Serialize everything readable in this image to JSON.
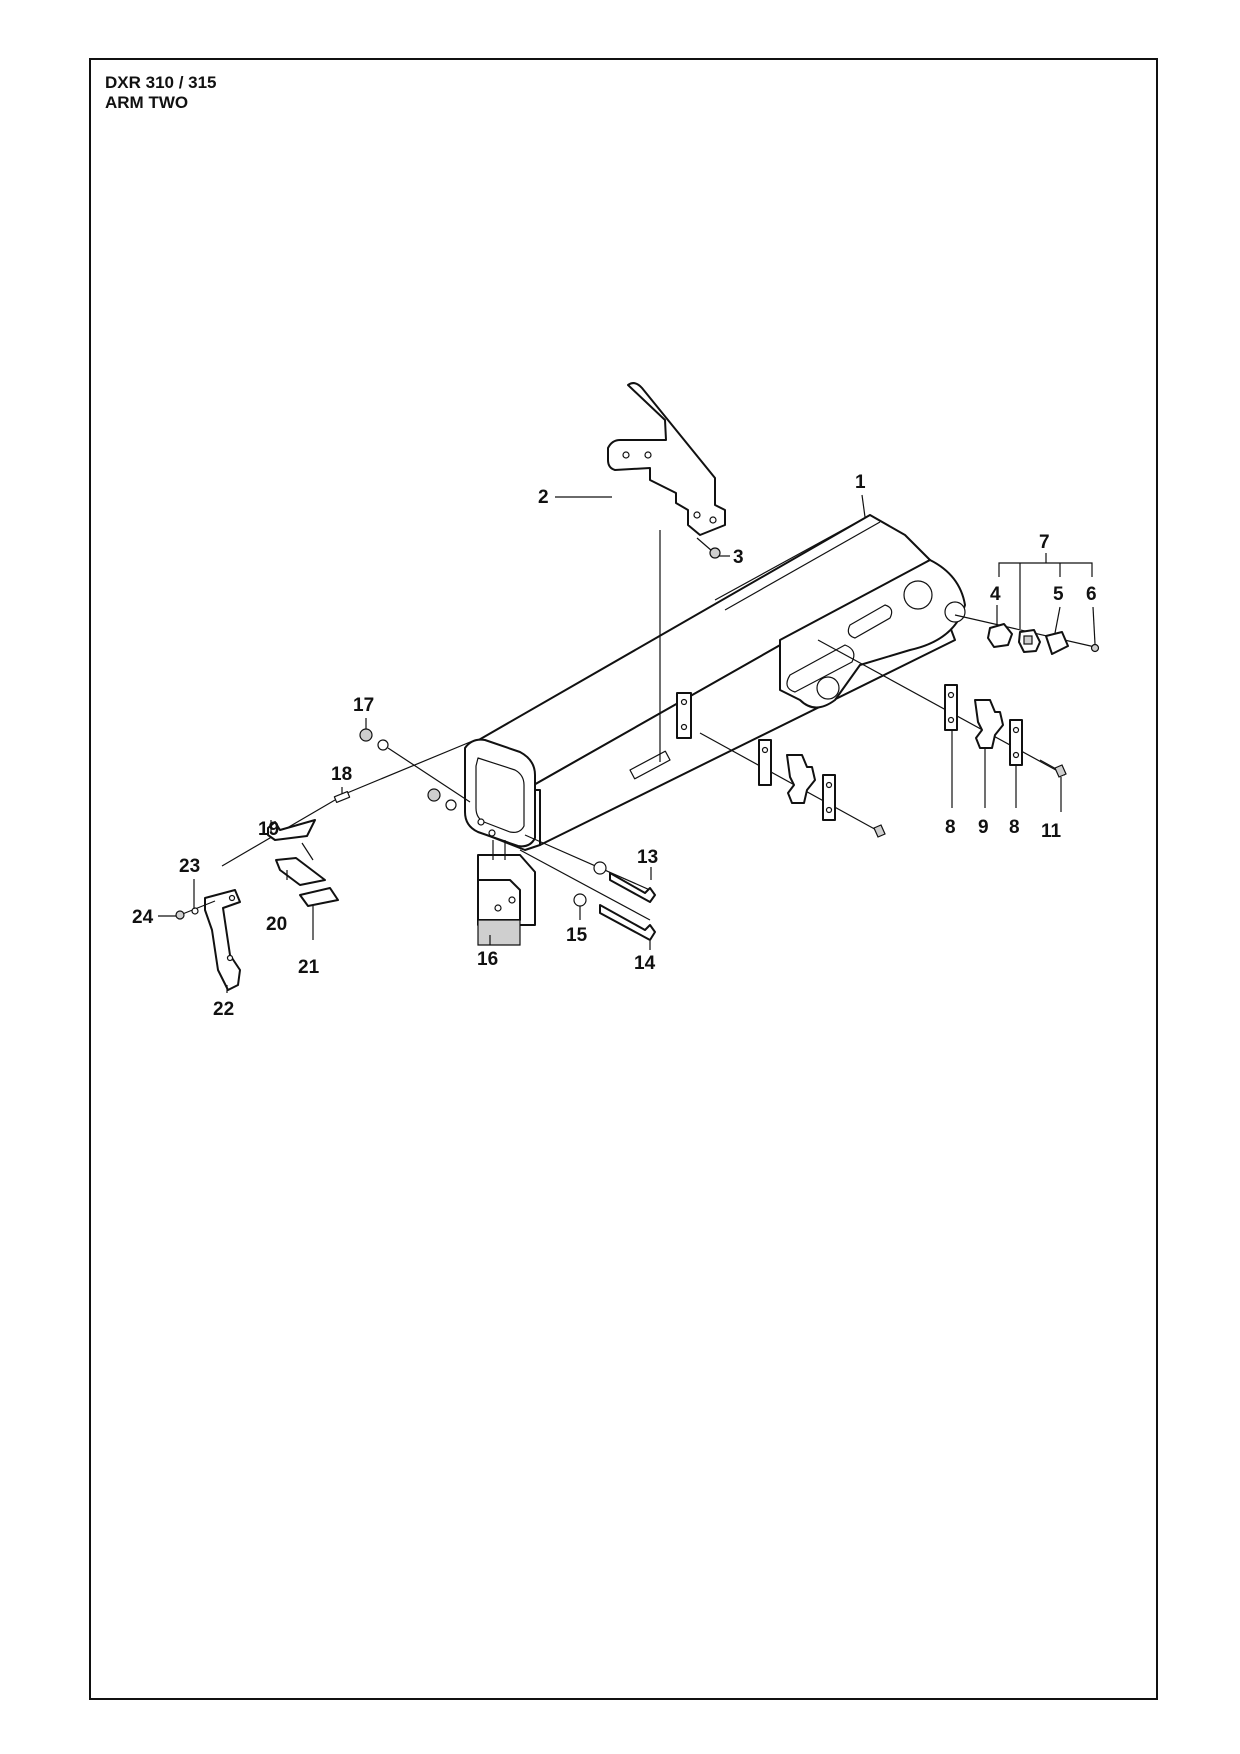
{
  "header": {
    "model": "DXR 310 / 315",
    "section": "ARM TWO"
  },
  "callouts": {
    "c1": "1",
    "c2": "2",
    "c3": "3",
    "c4": "4",
    "c5": "5",
    "c6": "6",
    "c7": "7",
    "c8a": "8",
    "c9": "9",
    "c8b": "8",
    "c11": "11",
    "c13": "13",
    "c14": "14",
    "c15": "15",
    "c16": "16",
    "c17": "17",
    "c18": "18",
    "c19": "19",
    "c20": "20",
    "c21": "21",
    "c22": "22",
    "c23": "23",
    "c24": "24"
  },
  "colors": {
    "line": "#111111",
    "background": "#ffffff"
  }
}
